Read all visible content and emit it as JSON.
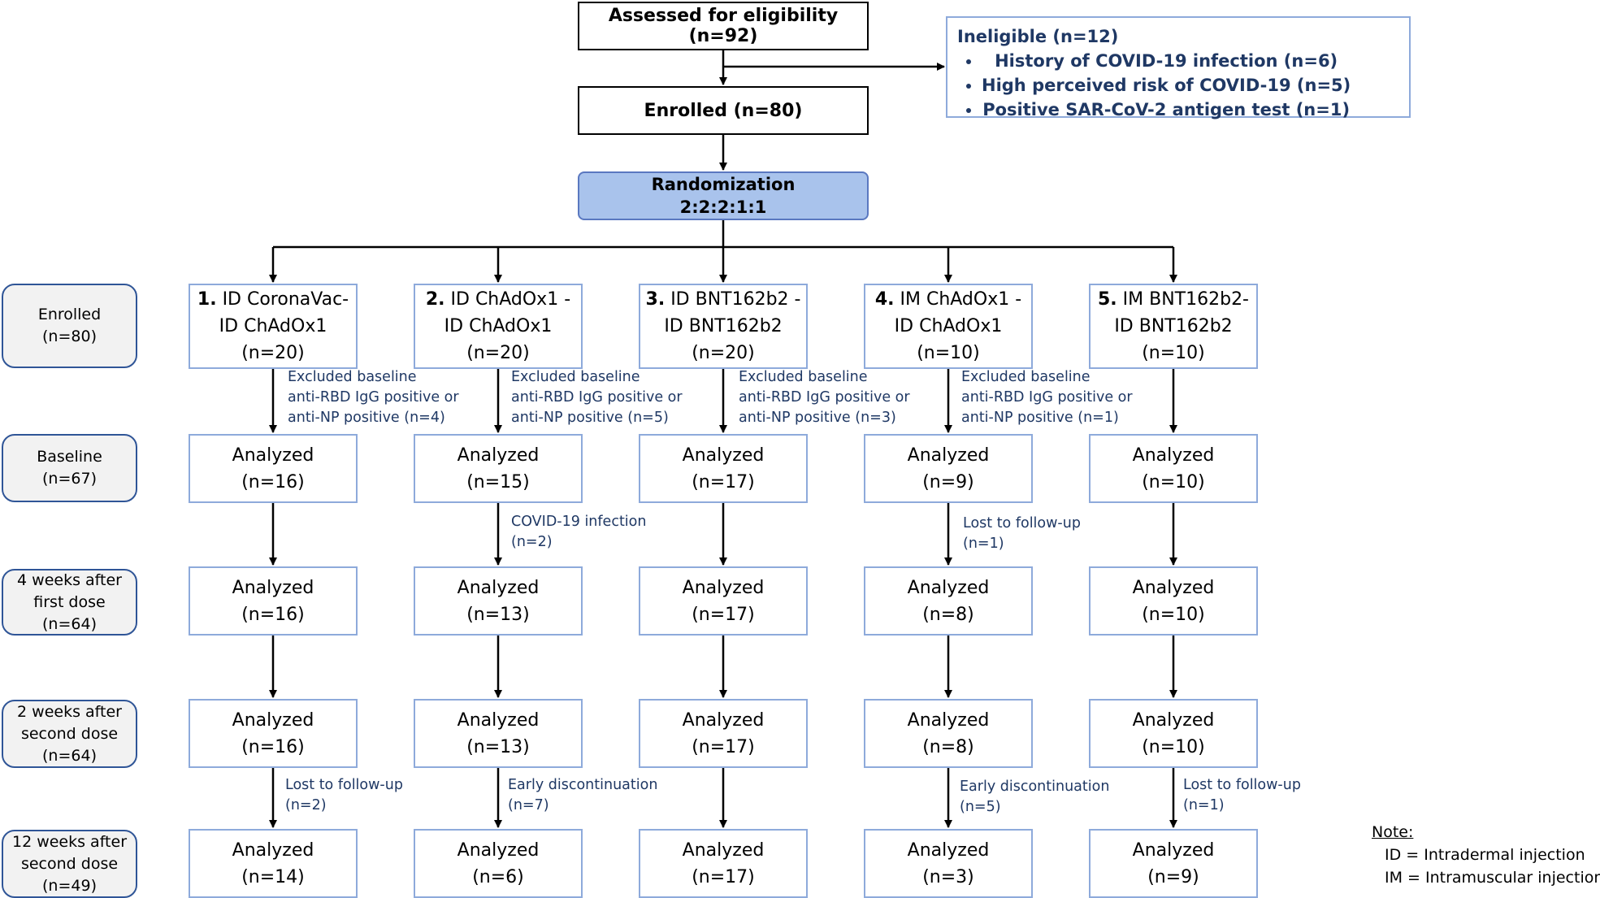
{
  "top": {
    "assessed": "Assessed for eligibility (n=92)",
    "enrolled": "Enrolled (n=80)",
    "randomization": [
      "Randomization",
      "2:2:2:1:1"
    ]
  },
  "ineligible": {
    "title": "Ineligible (n=12)",
    "reasons": [
      "History of COVID-19 infection (n=6)",
      "High perceived risk of COVID-19 (n=5)",
      "Positive SAR-CoV-2 antigen test (n=1)"
    ]
  },
  "stages": [
    {
      "lines": [
        "Enrolled",
        "(n=80)"
      ]
    },
    {
      "lines": [
        "Baseline",
        "(n=67)"
      ]
    },
    {
      "lines": [
        "4 weeks after",
        "first dose",
        "(n=64)"
      ]
    },
    {
      "lines": [
        "2 weeks after",
        "second dose",
        "(n=64)"
      ]
    },
    {
      "lines": [
        "12 weeks after",
        "second dose",
        "(n=49)"
      ]
    }
  ],
  "arms": [
    {
      "num": "1.",
      "name": [
        "ID CoronaVac-",
        "ID ChAdOx1"
      ],
      "n": "(n=20)"
    },
    {
      "num": "2.",
      "name": [
        "ID ChAdOx1 -",
        "ID ChAdOx1"
      ],
      "n": "(n=20)"
    },
    {
      "num": "3.",
      "name": [
        "ID BNT162b2 -",
        "ID BNT162b2"
      ],
      "n": "(n=20)"
    },
    {
      "num": "4.",
      "name": [
        "IM ChAdOx1 -",
        "ID ChAdOx1"
      ],
      "n": "(n=10)"
    },
    {
      "num": "5.",
      "name": [
        "IM BNT162b2-",
        "ID BNT162b2"
      ],
      "n": "(n=10)"
    }
  ],
  "analyzed_label": "Analyzed",
  "analyzed": [
    [
      "(n=16)",
      "(n=15)",
      "(n=17)",
      "(n=9)",
      "(n=10)"
    ],
    [
      "(n=16)",
      "(n=13)",
      "(n=17)",
      "(n=8)",
      "(n=10)"
    ],
    [
      "(n=16)",
      "(n=13)",
      "(n=17)",
      "(n=8)",
      "(n=10)"
    ],
    [
      "(n=14)",
      "(n=6)",
      "(n=17)",
      "(n=3)",
      "(n=9)"
    ]
  ],
  "annotations": [
    {
      "arm": 0,
      "after_stage": 0,
      "lines": [
        "Excluded baseline",
        "anti-RBD IgG positive or",
        "anti-NP positive (n=4)"
      ]
    },
    {
      "arm": 1,
      "after_stage": 0,
      "lines": [
        "Excluded baseline",
        "anti-RBD IgG positive or",
        "anti-NP positive (n=5)"
      ]
    },
    {
      "arm": 2,
      "after_stage": 0,
      "lines": [
        "Excluded baseline",
        "anti-RBD IgG positive or",
        "anti-NP positive (n=3)"
      ]
    },
    {
      "arm": 3,
      "after_stage": 0,
      "lines": [
        "Excluded baseline",
        "anti-RBD IgG positive or",
        "anti-NP positive (n=1)"
      ]
    },
    {
      "arm": 1,
      "after_stage": 1,
      "lines": [
        "COVID-19 infection",
        "(n=2)"
      ]
    },
    {
      "arm": 3,
      "after_stage": 1,
      "lines": [
        "Lost to follow-up",
        "(n=1)"
      ]
    },
    {
      "arm": 0,
      "after_stage": 3,
      "lines": [
        "Lost to follow-up",
        "(n=2)"
      ]
    },
    {
      "arm": 1,
      "after_stage": 3,
      "lines": [
        "Early discontinuation",
        "(n=7)"
      ]
    },
    {
      "arm": 3,
      "after_stage": 3,
      "lines": [
        "Early discontinuation",
        "(n=5)"
      ]
    },
    {
      "arm": 4,
      "after_stage": 3,
      "lines": [
        "Lost to follow-up",
        "(n=1)"
      ]
    }
  ],
  "note": {
    "title": "Note:",
    "lines": [
      "ID  = Intradermal injection",
      "IM = Intramuscular injection"
    ]
  }
}
